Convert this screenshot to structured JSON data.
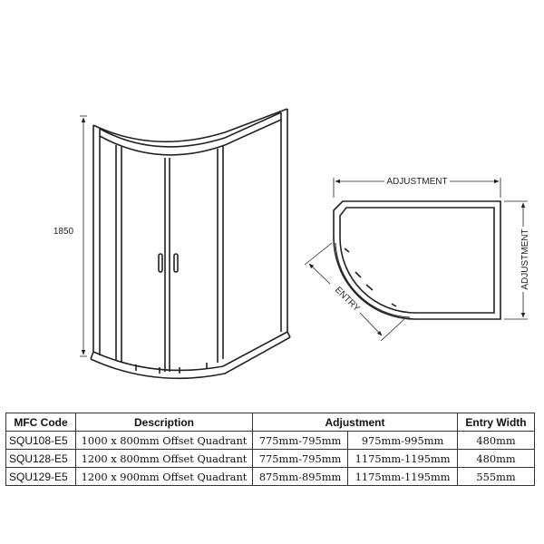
{
  "elevation": {
    "height_label": "1850"
  },
  "plan": {
    "top_label": "ADJUSTMENT",
    "side_label": "ADJUSTMENT",
    "entry_label": "ENTRY"
  },
  "table": {
    "headers": [
      "MFC Code",
      "Description",
      "Adjustment",
      "Entry Width"
    ],
    "rows": [
      {
        "code": "SQU108-E5",
        "description": "1000 x 800mm Offset Quadrant",
        "adj1": "775mm-795mm",
        "adj2": "975mm-995mm",
        "entry": "480mm"
      },
      {
        "code": "SQU128-E5",
        "description": "1200 x 800mm Offset Quadrant",
        "adj1": "775mm-795mm",
        "adj2": "1175mm-1195mm",
        "entry": "480mm"
      },
      {
        "code": "SQU129-E5",
        "description": "1200 x 900mm Offset Quadrant",
        "adj1": "875mm-895mm",
        "adj2": "1175mm-1195mm",
        "entry": "555mm"
      }
    ]
  }
}
